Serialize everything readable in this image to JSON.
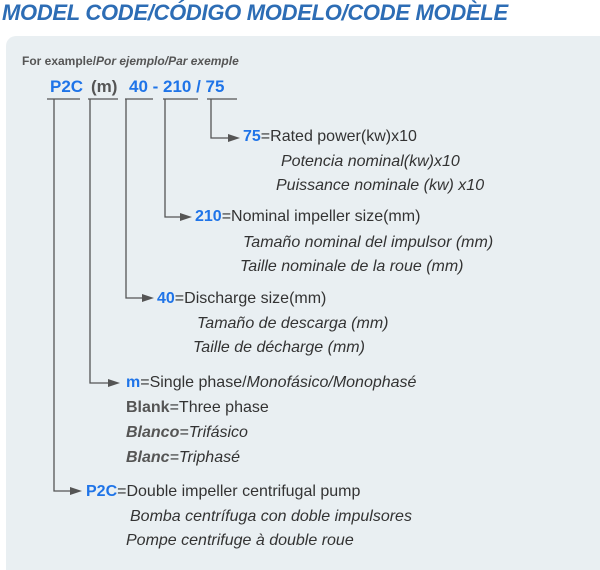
{
  "title": "MODEL CODE/CÓDIGO MODELO/CODE MODÈLE",
  "example": {
    "label": "For example/",
    "label_es": "Por ejemplo/",
    "label_fr": "Par exemple"
  },
  "code": {
    "p2c": "P2C",
    "m": "(m)",
    "num": "40 - 210 / 75"
  },
  "items": {
    "power": {
      "key": "75",
      "desc": "=Rated power(kw)x10",
      "es": "Potencia nominal(kw)x10",
      "fr": "Puissance nominale (kw) x10"
    },
    "impeller": {
      "key": "210",
      "desc": "=Nominal impeller size(mm)",
      "es": "Tamaño nominal del impulsor (mm)",
      "fr": "Taille nominale de la roue (mm)"
    },
    "discharge": {
      "key": "40",
      "desc": "=Discharge size(mm)",
      "es": "Tamaño de descarga (mm)",
      "fr": "Taille de décharge (mm)"
    },
    "phase": {
      "key": "m",
      "desc": "=Single phase/",
      "desc_es": "Monofásico/",
      "desc_fr": "Monophasé",
      "blank": "Blank",
      "blank_desc": "=Three phase",
      "blanco": "Blanco",
      "blanco_desc": "=Trifásico",
      "blanc": "Blanc",
      "blanc_desc": "=Triphasé"
    },
    "pump": {
      "key": "P2C",
      "desc": "=Double impeller centrifugal pump",
      "es": "Bomba centrífuga con doble impulsores",
      "fr": "Pompe centrifuge à double roue"
    }
  },
  "colors": {
    "title": "#2d6db5",
    "key": "#1f74e8",
    "text": "#333333",
    "panel": "#e9eff2",
    "line": "#555555"
  }
}
